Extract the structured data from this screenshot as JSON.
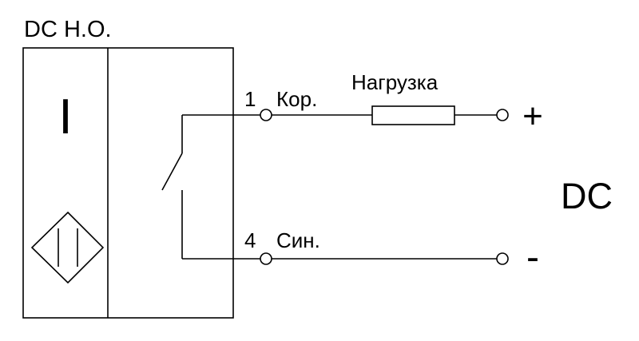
{
  "diagram": {
    "title": "DC Н.О.",
    "body_mark": "I",
    "supply_label": "DC",
    "terminals": [
      {
        "number": "1",
        "wire_label": "Кор.",
        "output_sign": "+"
      },
      {
        "number": "4",
        "wire_label": "Син.",
        "output_sign": "-"
      }
    ],
    "load": {
      "label": "Нагрузка"
    },
    "colors": {
      "line": "#000000",
      "background": "#ffffff"
    },
    "icons": [
      "inductive-sensor-symbol",
      "normally-open-switch-symbol",
      "terminal-circle",
      "resistor-symbol"
    ]
  }
}
